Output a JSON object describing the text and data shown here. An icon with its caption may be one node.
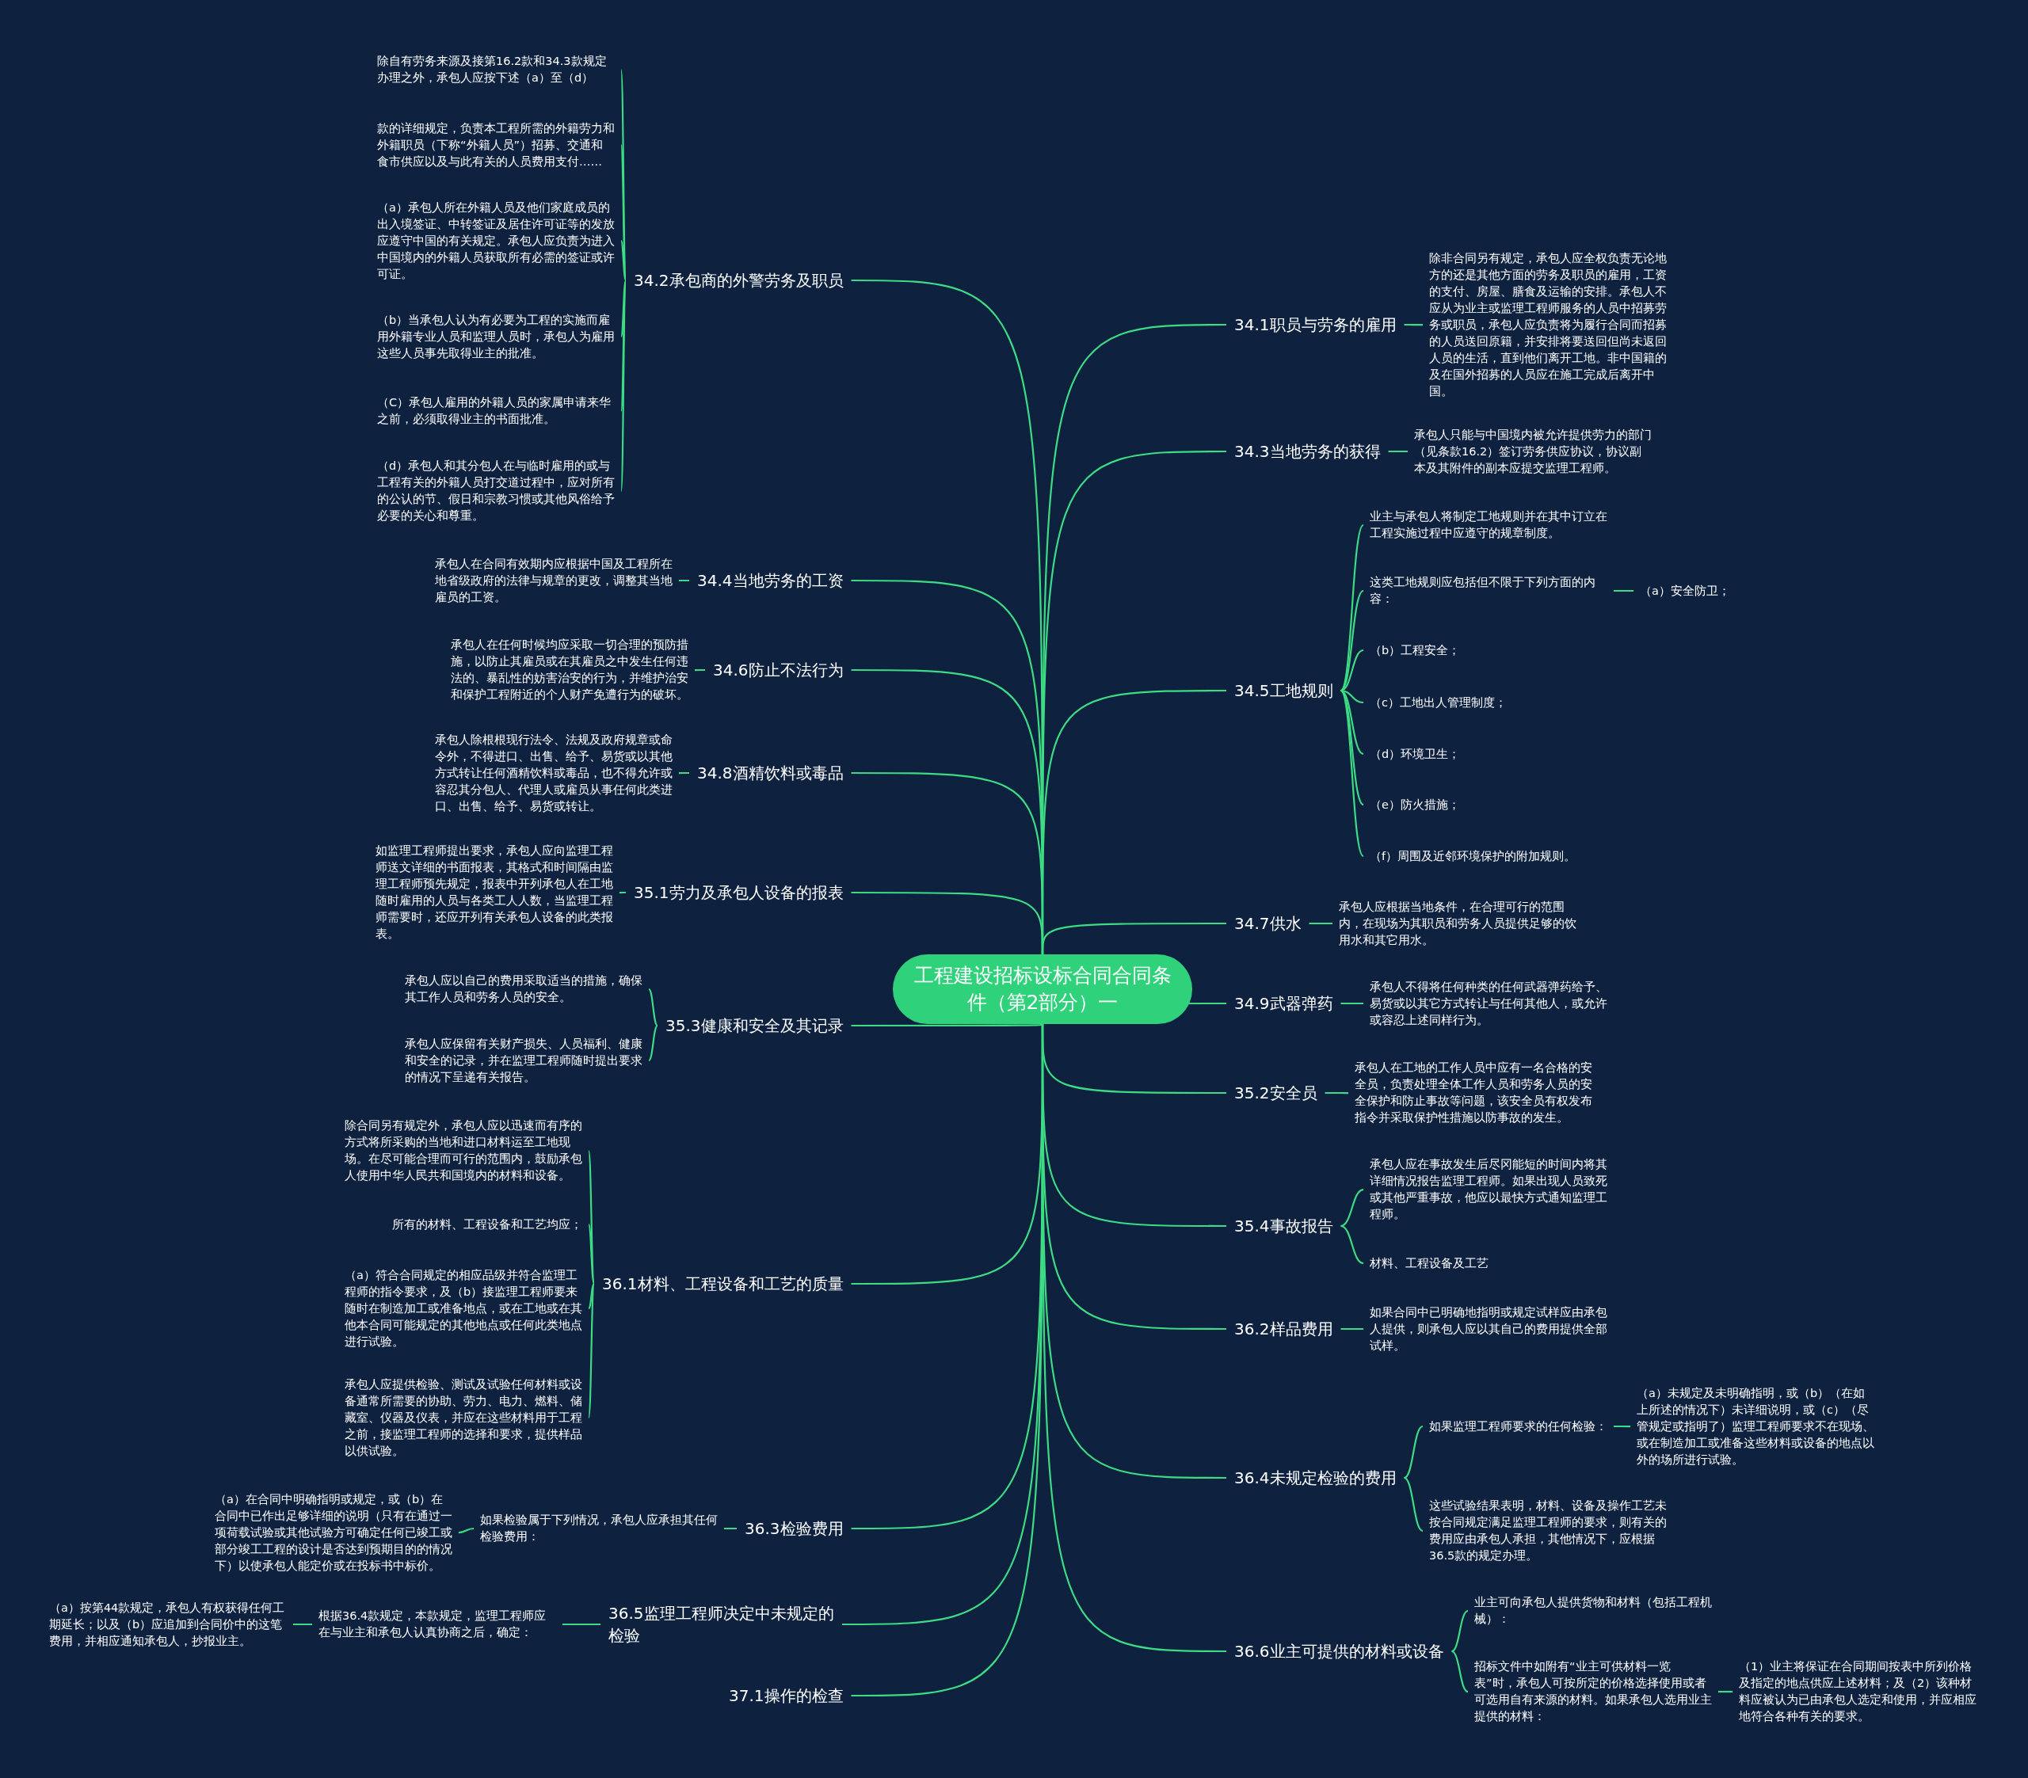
{
  "diagram": {
    "nodes": [
      {
        "text": [
          "工程建设招标设标合同合同条件（第2部分）一"
        ]
      },
      {
        "text": [
          "34.2承包商的外警劳务及职员"
        ]
      },
      {
        "text": [
          "除自有劳务来源及接第16.2款和34.3款规定办理之外，承包人应按下述（a）至（d）"
        ]
      },
      {
        "text": [
          "款的详细规定，负责本工程所需的外籍劳力和外籍职员（下称“外籍人员”）招募、交通和食市供应以及与此有关的人员费用支付……"
        ]
      },
      {
        "text": [
          "（a）承包人所在外籍人员及他们家庭成员的出入境签证、中转签证及居住许可证等的发放应遵守中国的有关规定。承包人应负责为进入中国境内的外籍人员获取所有必需的签证或许可证。"
        ]
      },
      {
        "text": [
          "（b）当承包人认为有必要为工程的实施而雇用外籍专业人员和监理人员时，承包人为雇用这些人员事先取得业主的批准。"
        ]
      },
      {
        "text": [
          "（C）承包人雇用的外籍人员的家属申请来华之前，必须取得业主的书面批准。"
        ]
      },
      {
        "text": [
          "（d）承包人和其分包人在与临时雇用的或与工程有关的外籍人员打交道过程中，应对所有的公认的节、假日和宗教习惯或其他风俗给予必要的关心和尊重。"
        ]
      },
      {
        "text": [
          "34.4当地劳务的工资"
        ]
      },
      {
        "text": [
          "承包人在合同有效期内应根据中国及工程所在地省级政府的法律与规章的更改，调整其当地雇员的工资。"
        ]
      },
      {
        "text": [
          "34.6防止不法行为"
        ]
      },
      {
        "text": [
          "承包人在任何时候均应采取一切合理的预防措施，以防止其雇员或在其雇员之中发生任何违法的、暴乱性的妨害治安的行为，并维护治安和保护工程附近的个人财产免遭行为的破坏。"
        ]
      },
      {
        "text": [
          "34.8酒精饮料或毒品"
        ]
      },
      {
        "text": [
          "承包人除根根现行法令、法规及政府规章或命令外，不得进口、出售、给予、易货或以其他方式转让任何酒精饮料或毒品，也不得允许或容忍其分包人、代理人或雇员从事任何此类进口、出售、给予、易货或转让。"
        ]
      },
      {
        "text": [
          "35.1劳力及承包人设备的报表"
        ]
      },
      {
        "text": [
          "如监理工程师提出要求，承包人应向监理工程师送文详细的书面报表，其格式和时间隔由监理工程师预先规定，报表中开列承包人在工地随时雇用的人员与各类工人人数，当监理工程师需要时，还应开列有关承包人设备的此类报表。"
        ]
      },
      {
        "text": [
          "35.3健康和安全及其记录"
        ]
      },
      {
        "text": [
          "承包人应以自己的费用采取适当的措施，确保其工作人员和劳务人员的安全。"
        ]
      },
      {
        "text": [
          "承包人应保留有关财产损失、人员福利、健康和安全的记录，并在监理工程师随时提出要求的情况下呈递有关报告。"
        ]
      },
      {
        "text": [
          "36.1材料、工程设备和工艺的质量"
        ]
      },
      {
        "text": [
          "除合同另有规定外，承包人应以迅速而有序的方式将所采购的当地和进口材料运至工地现场。在尽可能合理而可行的范围内，鼓励承包人使用中华人民共和国境内的材料和设备。"
        ]
      },
      {
        "text": [
          "所有的材料、工程设备和工艺均应；"
        ]
      },
      {
        "text": [
          "（a）符合合同规定的相应品级并符合监理工程师的指令要求，及（b）接监理工程师要来随时在制造加工或准备地点，或在工地或在其他本合同可能规定的其他地点或任何此类地点进行试验。"
        ]
      },
      {
        "text": [
          "承包人应提供检验、测试及试验任何材料或设备通常所需要的协助、劳力、电力、燃料、储藏室、仪器及仪表，并应在这些材料用于工程之前，接监理工程师的选择和要求，提供样品以供试验。"
        ]
      },
      {
        "text": [
          "36.3检验费用"
        ]
      },
      {
        "text": [
          "如果检验属于下列情况，承包人应承担其任何检验费用："
        ]
      },
      {
        "text": [
          "（a）在合同中明确指明或规定，或（b）在合同中已作出足够详细的说明（只有在通过一项荷载试验或其他试验方可确定任何已竣工或部分竣工工程的设计是否达到预期目的的情况下）以使承包人能定价或在投标书中标价。"
        ]
      },
      {
        "text": [
          "36.5监理工程师决定中未规定的检验"
        ]
      },
      {
        "text": [
          "根据36.4款规定，本款规定，监理工程师应在与业主和承包人认真协商之后，确定："
        ]
      },
      {
        "text": [
          "（a）按第44款规定，承包人有权获得任何工期延长；以及（b）应追加到合同价中的这笔费用，并相应通知承包人，抄报业主。"
        ]
      },
      {
        "text": [
          "37.1操作的检查"
        ]
      },
      {
        "text": [
          "34.1职员与劳务的雇用"
        ]
      },
      {
        "text": [
          "除非合同另有规定，承包人应全权负责无论地方的还是其他方面的劳务及职员的雇用，工资的支付、房屋、膳食及运输的安排。承包人不应从为业主或监理工程师服务的人员中招募劳务或职员，承包人应负责将为履行合同而招募的人员送回原籍，并安排将要送回但尚未返回人员的生活，直到他们离开工地。非中国籍的及在国外招募的人员应在施工完成后离开中国。"
        ]
      },
      {
        "text": [
          "34.3当地劳务的获得"
        ]
      },
      {
        "text": [
          "承包人只能与中国境内被允许提供劳力的部门（见条款16.2）签订劳务供应协议，协议副本及其附件的副本应提交监理工程师。"
        ]
      },
      {
        "text": [
          "34.5工地规则"
        ]
      },
      {
        "text": [
          "业主与承包人将制定工地规则并在其中订立在工程实施过程中应遵守的规章制度。"
        ]
      },
      {
        "text": [
          "这类工地规则应包括但不限于下列方面的内容："
        ]
      },
      {
        "text": [
          "（a）安全防卫；"
        ]
      },
      {
        "text": [
          "（b）工程安全；"
        ]
      },
      {
        "text": [
          "（c）工地出人管理制度；"
        ]
      },
      {
        "text": [
          "（d）环境卫生；"
        ]
      },
      {
        "text": [
          "（e）防火措施；"
        ]
      },
      {
        "text": [
          "（f）周围及近邻环境保护的附加规则。"
        ]
      },
      {
        "text": [
          "34.7供水"
        ]
      },
      {
        "text": [
          "承包人应根据当地条件，在合理可行的范围内，在现场为其职员和劳务人员提供足够的饮用水和其它用水。"
        ]
      },
      {
        "text": [
          "34.9武器弹药"
        ]
      },
      {
        "text": [
          "承包人不得将任何种类的任何武器弹药给予、易货或以其它方式转让与任何其他人，或允许或容忍上述同样行为。"
        ]
      },
      {
        "text": [
          "35.2安全员"
        ]
      },
      {
        "text": [
          "承包人在工地的工作人员中应有一名合格的安全员，负责处理全体工作人员和劳务人员的安全保护和防止事故等问题，该安全员有权发布指令并采取保护性措施以防事故的发生。"
        ]
      },
      {
        "text": [
          "35.4事故报告"
        ]
      },
      {
        "text": [
          "承包人应在事故发生后尽冈能短的时间内将其详细情况报告监理工程师。如果出现人员致死或其他严重事故，他应以最快方式通知监理工程师。"
        ]
      },
      {
        "text": [
          "材料、工程设备及工艺"
        ]
      },
      {
        "text": [
          "36.2样品费用"
        ]
      },
      {
        "text": [
          "如果合同中已明确地指明或规定试样应由承包人提供，则承包人应以其自己的费用提供全部试样。"
        ]
      },
      {
        "text": [
          "36.4未规定检验的费用"
        ]
      },
      {
        "text": [
          "如果监理工程师要求的任何检验："
        ]
      },
      {
        "text": [
          "（a）未规定及未明确指明，或（b）（在如上所述的情况下）未详细说明，或（c）（尽管规定或指明了）监理工程师要求不在现场、或在制造加工或准备这些材料或设备的地点以外的场所进行试验。"
        ]
      },
      {
        "text": [
          "这些试验结果表明，材料、设备及操作工艺未按合同规定满足监理工程师的要求，则有关的费用应由承包人承担，其他情况下，应根据36.5款的规定办理。"
        ]
      },
      {
        "text": [
          "36.6业主可提供的材料或设备"
        ]
      },
      {
        "text": [
          "业主可向承包人提供货物和材料（包括工程机械）："
        ]
      },
      {
        "text": [
          "招标文件中如附有“业主可供材料一览表”时，承包人可按所定的价格选择使用或者可选用自有来源的材料。如果承包人选用业主提供的材料："
        ]
      },
      {
        "text": [
          "（1）业主将保证在合同期间按表中所列价格及指定的地点供应上述材料；及（2）该种材料应被认为已由承包人选定和使用，并应相应地符合各种有关的要求。"
        ]
      }
    ],
    "edges": [
      {
        "from": 0,
        "to": 1,
        "arrow": "none"
      },
      {
        "from": 0,
        "to": 8,
        "arrow": "none"
      },
      {
        "from": 0,
        "to": 10,
        "arrow": "none"
      },
      {
        "from": 0,
        "to": 12,
        "arrow": "none"
      },
      {
        "from": 0,
        "to": 14,
        "arrow": "none"
      },
      {
        "from": 0,
        "to": 16,
        "arrow": "none"
      },
      {
        "from": 0,
        "to": 19,
        "arrow": "none"
      },
      {
        "from": 0,
        "to": 24,
        "arrow": "none"
      },
      {
        "from": 0,
        "to": 27,
        "arrow": "none"
      },
      {
        "from": 0,
        "to": 30,
        "arrow": "none"
      },
      {
        "from": 0,
        "to": 31,
        "arrow": "none"
      },
      {
        "from": 0,
        "to": 33,
        "arrow": "none"
      },
      {
        "from": 0,
        "to": 35,
        "arrow": "none"
      },
      {
        "from": 0,
        "to": 44,
        "arrow": "none"
      },
      {
        "from": 0,
        "to": 46,
        "arrow": "none"
      },
      {
        "from": 0,
        "to": 48,
        "arrow": "none"
      },
      {
        "from": 0,
        "to": 50,
        "arrow": "none"
      },
      {
        "from": 0,
        "to": 53,
        "arrow": "none"
      },
      {
        "from": 0,
        "to": 55,
        "arrow": "none"
      },
      {
        "from": 0,
        "to": 59,
        "arrow": "none"
      },
      {
        "from": 1,
        "to": 2,
        "arrow": "none"
      },
      {
        "from": 1,
        "to": 3,
        "arrow": "none"
      },
      {
        "from": 1,
        "to": 4,
        "arrow": "none"
      },
      {
        "from": 1,
        "to": 5,
        "arrow": "none"
      },
      {
        "from": 1,
        "to": 6,
        "arrow": "none"
      },
      {
        "from": 1,
        "to": 7,
        "arrow": "none"
      },
      {
        "from": 8,
        "to": 9,
        "arrow": "none"
      },
      {
        "from": 10,
        "to": 11,
        "arrow": "none"
      },
      {
        "from": 12,
        "to": 13,
        "arrow": "none"
      },
      {
        "from": 14,
        "to": 15,
        "arrow": "none"
      },
      {
        "from": 16,
        "to": 17,
        "arrow": "none"
      },
      {
        "from": 16,
        "to": 18,
        "arrow": "none"
      },
      {
        "from": 19,
        "to": 20,
        "arrow": "none"
      },
      {
        "from": 19,
        "to": 21,
        "arrow": "none"
      },
      {
        "from": 19,
        "to": 22,
        "arrow": "none"
      },
      {
        "from": 19,
        "to": 23,
        "arrow": "none"
      },
      {
        "from": 24,
        "to": 25,
        "arrow": "none"
      },
      {
        "from": 25,
        "to": 26,
        "arrow": "none"
      },
      {
        "from": 27,
        "to": 28,
        "arrow": "none"
      },
      {
        "from": 28,
        "to": 29,
        "arrow": "none"
      },
      {
        "from": 31,
        "to": 32,
        "arrow": "none"
      },
      {
        "from": 33,
        "to": 34,
        "arrow": "none"
      },
      {
        "from": 35,
        "to": 36,
        "arrow": "none"
      },
      {
        "from": 35,
        "to": 37,
        "arrow": "none"
      },
      {
        "from": 35,
        "to": 39,
        "arrow": "none"
      },
      {
        "from": 35,
        "to": 40,
        "arrow": "none"
      },
      {
        "from": 35,
        "to": 41,
        "arrow": "none"
      },
      {
        "from": 35,
        "to": 42,
        "arrow": "none"
      },
      {
        "from": 35,
        "to": 43,
        "arrow": "none"
      },
      {
        "from": 37,
        "to": 38,
        "arrow": "none"
      },
      {
        "from": 44,
        "to": 45,
        "arrow": "none"
      },
      {
        "from": 46,
        "to": 47,
        "arrow": "none"
      },
      {
        "from": 48,
        "to": 49,
        "arrow": "none"
      },
      {
        "from": 50,
        "to": 51,
        "arrow": "none"
      },
      {
        "from": 50,
        "to": 52,
        "arrow": "none"
      },
      {
        "from": 53,
        "to": 54,
        "arrow": "none"
      },
      {
        "from": 55,
        "to": 56,
        "arrow": "none"
      },
      {
        "from": 55,
        "to": 58,
        "arrow": "none"
      },
      {
        "from": 56,
        "to": 57,
        "arrow": "none"
      },
      {
        "from": 59,
        "to": 60,
        "arrow": "none"
      },
      {
        "from": 59,
        "to": 61,
        "arrow": "none"
      },
      {
        "from": 61,
        "to": 62,
        "arrow": "none"
      }
    ]
  }
}
